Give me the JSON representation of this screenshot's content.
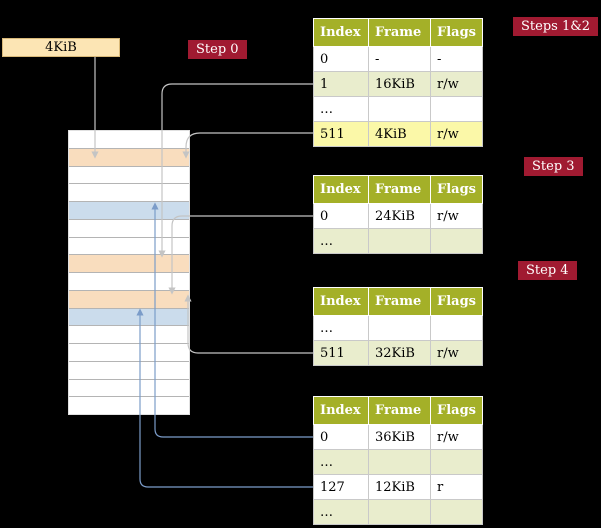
{
  "labels": {
    "frame_pointer": "4KiB",
    "step0": "Step 0",
    "steps12": "Steps 1&2",
    "step3": "Step 3",
    "step4": "Step 4"
  },
  "colors": {
    "background": "#000000",
    "badge": "#a01a31",
    "table_header": "#a4b028",
    "row_alt": "#e9edcd",
    "row_highlight": "#fbf8a8",
    "frame_peach": "#f9ddbe",
    "frame_blue": "#cbdcec",
    "arrow_gray": "#c4c4c4",
    "arrow_blue": "#7b9cc9",
    "pointer_box": "#fce5b4"
  },
  "memory": {
    "rows": [
      "plain",
      "peach",
      "plain",
      "plain",
      "blue",
      "plain",
      "plain",
      "peach",
      "plain",
      "peach",
      "blue",
      "plain",
      "plain",
      "plain",
      "plain",
      "plain"
    ]
  },
  "tables": [
    {
      "headers": [
        "Index",
        "Frame",
        "Flags"
      ],
      "rows": [
        [
          "0",
          "-",
          "-"
        ],
        [
          "1",
          "16KiB",
          "r/w"
        ],
        [
          "…",
          "",
          ""
        ],
        [
          "511",
          "4KiB",
          "r/w"
        ]
      ],
      "row_styles": [
        "plain",
        "alt",
        "plain",
        "highlight"
      ]
    },
    {
      "headers": [
        "Index",
        "Frame",
        "Flags"
      ],
      "rows": [
        [
          "0",
          "24KiB",
          "r/w"
        ],
        [
          "…",
          "",
          ""
        ]
      ],
      "row_styles": [
        "plain",
        "alt"
      ]
    },
    {
      "headers": [
        "Index",
        "Frame",
        "Flags"
      ],
      "rows": [
        [
          "…",
          "",
          ""
        ],
        [
          "511",
          "32KiB",
          "r/w"
        ]
      ],
      "row_styles": [
        "plain",
        "alt"
      ]
    },
    {
      "headers": [
        "Index",
        "Frame",
        "Flags"
      ],
      "rows": [
        [
          "0",
          "36KiB",
          "r/w"
        ],
        [
          "…",
          "",
          ""
        ],
        [
          "127",
          "12KiB",
          "r"
        ],
        [
          "…",
          "",
          ""
        ]
      ],
      "row_styles": [
        "plain",
        "alt",
        "plain",
        "alt"
      ]
    }
  ]
}
